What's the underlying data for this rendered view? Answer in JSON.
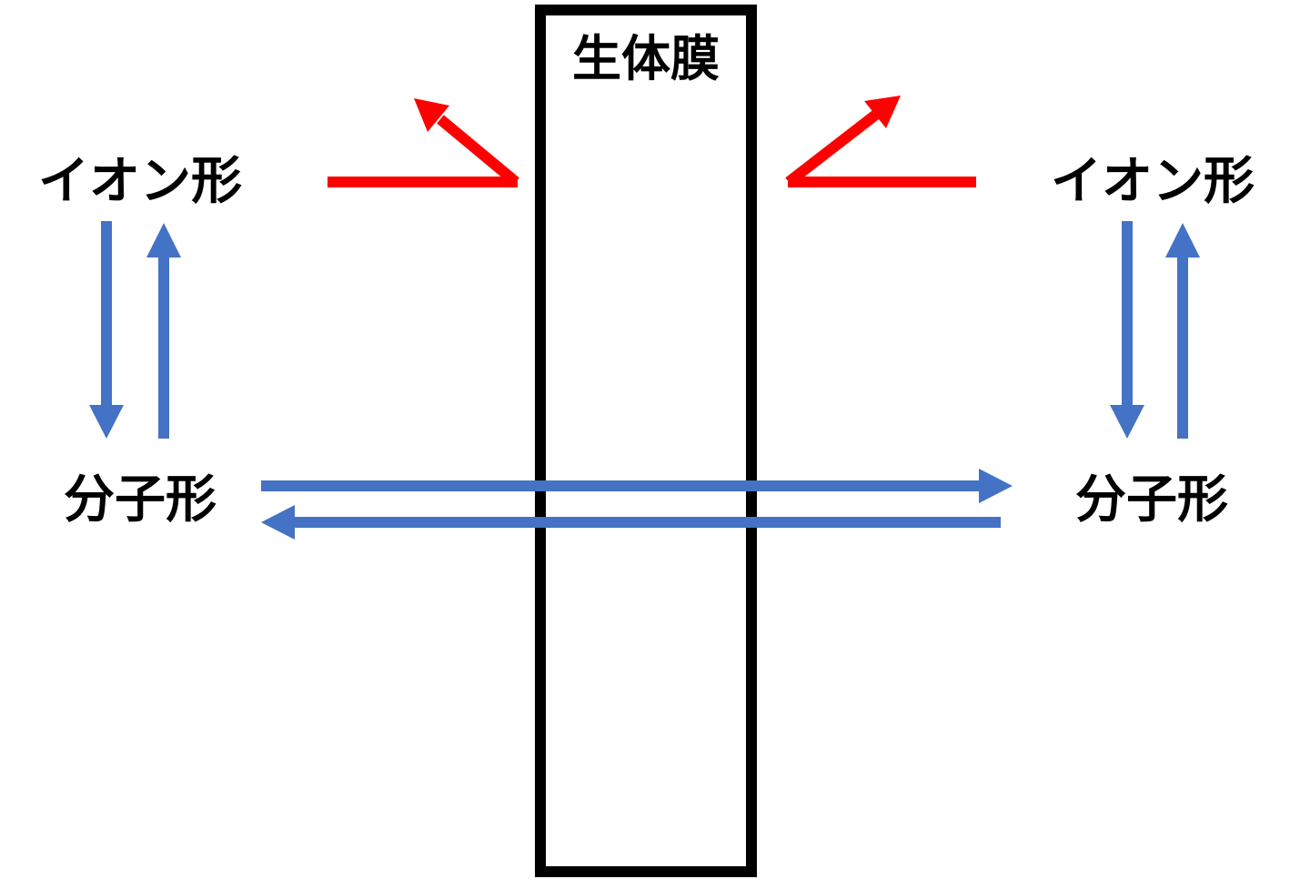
{
  "membrane": {
    "label": "生体膜"
  },
  "left": {
    "ion_label": "イオン形",
    "molecule_label": "分子形"
  },
  "right": {
    "ion_label": "イオン形",
    "molecule_label": "分子形"
  },
  "colors": {
    "red_arrow": "#FF0000",
    "blue_arrow": "#4472C4",
    "membrane": "#000000"
  }
}
